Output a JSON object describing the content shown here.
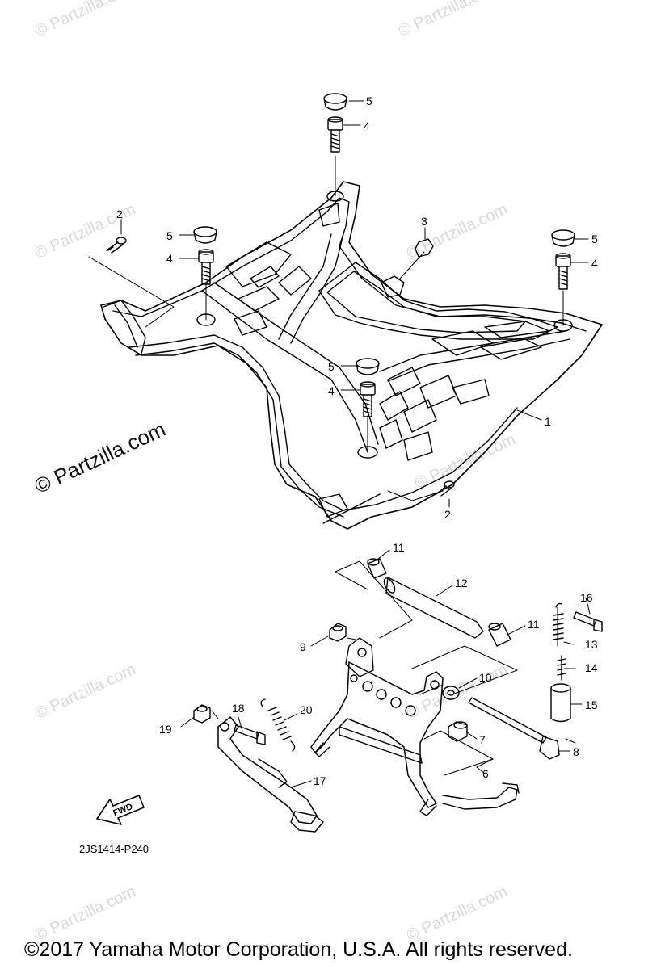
{
  "watermark": {
    "small_text": "© Partzilla.com",
    "big_text": "© Partzilla.com"
  },
  "diagram": {
    "code": "2JS1414-P240",
    "fwd_label": "FWD"
  },
  "callouts": {
    "c1": "1",
    "c2a": "2",
    "c2b": "2",
    "c3": "3",
    "c4a": "4",
    "c4b": "4",
    "c4c": "4",
    "c4d": "4",
    "c5a": "5",
    "c5b": "5",
    "c5c": "5",
    "c5d": "5",
    "c6": "6",
    "c7": "7",
    "c8": "8",
    "c9": "9",
    "c10": "10",
    "c11a": "11",
    "c11b": "11",
    "c12": "12",
    "c13": "13",
    "c14": "14",
    "c15": "15",
    "c16": "16",
    "c17": "17",
    "c18": "18",
    "c19": "19",
    "c20": "20"
  },
  "footer": {
    "copyright": "©2017  Yamaha Motor Corporation, U.S.A. All rights reserved."
  }
}
